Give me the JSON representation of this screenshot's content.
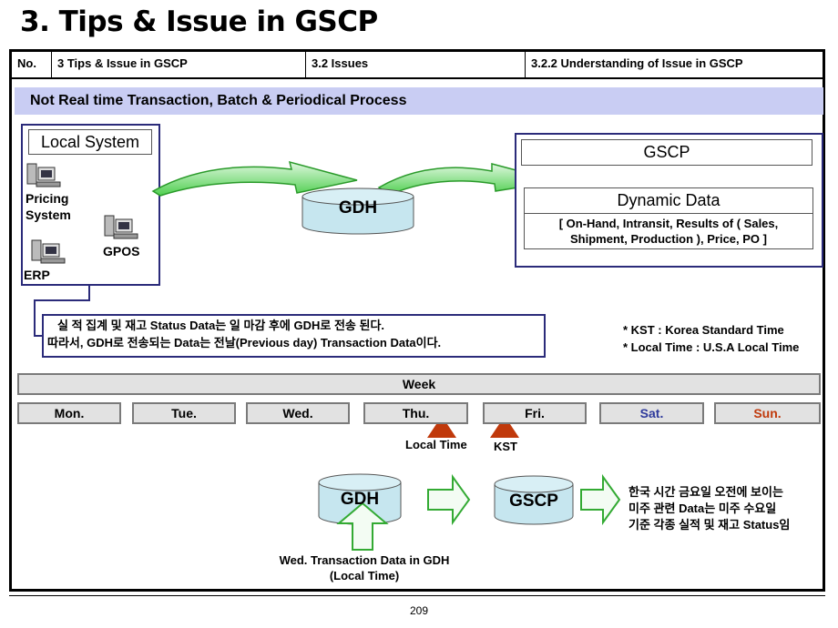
{
  "page": {
    "title": "3. Tips & Issue in GSCP",
    "page_number": "209"
  },
  "header": {
    "no_label": "No.",
    "section": "3 Tips & Issue in GSCP",
    "subsection": "3.2 Issues",
    "topic": "3.2.2 Understanding of Issue in GSCP"
  },
  "banner": "Not Real time Transaction, Batch & Periodical Process",
  "local_system": {
    "title": "Local System",
    "pricing": "Pricing",
    "system": "System",
    "gpos": "GPOS",
    "erp": "ERP"
  },
  "gdh_label": "GDH",
  "gscp": {
    "title": "GSCP",
    "dynamic_title": "Dynamic Data",
    "dynamic_line1": "[ On-Hand, Intransit, Results of ( Sales,",
    "dynamic_line2": "Shipment, Production ), Price, PO ]"
  },
  "note": {
    "line1": "실 적 집계 및 재고 Status Data는 일 마감 후에 GDH로 전송 된다.",
    "line2": "따라서, GDH로 전송되는 Data는 전날(Previous day) Transaction Data이다."
  },
  "legend": {
    "kst": "* KST : Korea Standard Time",
    "local": "* Local Time : U.S.A Local Time"
  },
  "week": {
    "label": "Week",
    "days": [
      {
        "label": "Mon.",
        "color": "#000000"
      },
      {
        "label": "Tue.",
        "color": "#000000"
      },
      {
        "label": "Wed.",
        "color": "#000000"
      },
      {
        "label": "Thu.",
        "color": "#000000"
      },
      {
        "label": "Fri.",
        "color": "#000000"
      },
      {
        "label": "Sat.",
        "color": "#2e3a9c"
      },
      {
        "label": "Sun.",
        "color": "#c03a0c"
      }
    ]
  },
  "markers": {
    "local_time": "Local Time",
    "kst": "KST"
  },
  "flow": {
    "gdh": "GDH",
    "gscp": "GSCP",
    "wed_line1": "Wed. Transaction Data in GDH",
    "wed_line2": "(Local Time)",
    "korean_line1": "한국 시간 금요일 오전에 보이는",
    "korean_line2": "미주 관련 Data는 미주 수요일",
    "korean_line3": "기준 각종 실적 및 재고 Status임"
  },
  "colors": {
    "banner": "#c9cdf3",
    "arrow_green": "#33cc33",
    "cylinder": "#c6e6ef",
    "triangle": "#c0390b",
    "box_border": "#2b2b7a"
  }
}
